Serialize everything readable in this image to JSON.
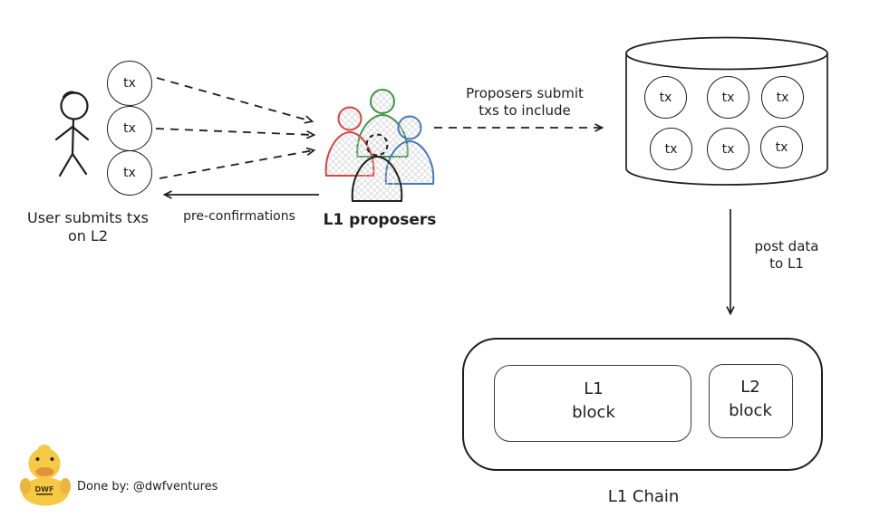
{
  "labels": {
    "tx": "tx",
    "user_caption_line1": "User submits txs",
    "user_caption_line2": "on L2",
    "pre_confirmations": "pre-confirmations",
    "proposers": "L1 proposers",
    "submit_line1": "Proposers submit",
    "submit_line2": "txs to include",
    "post_data_line1": "post data",
    "post_data_line2": "to L1",
    "l1_block_line1": "L1",
    "l1_block_line2": "block",
    "l2_block_line1": "L2",
    "l2_block_line2": "block",
    "l1_chain": "L1 Chain",
    "credit": "Done by: @dwfventures",
    "duck_logo_text": "DWF"
  },
  "counts": {
    "user_txs": 3,
    "mempool_txs": 6,
    "proposers": 4
  },
  "colors": {
    "ink": "#1e1e1e",
    "proposer_red": "#d64540",
    "proposer_green": "#3f9746",
    "proposer_blue": "#4479bd",
    "proposer_black": "#1e1e1e",
    "hatch": "#cfcfcf",
    "duck_body": "#f6c945",
    "duck_shade": "#eeb53c",
    "duck_beak": "#e0913a",
    "duck_text": "#4a3517"
  }
}
